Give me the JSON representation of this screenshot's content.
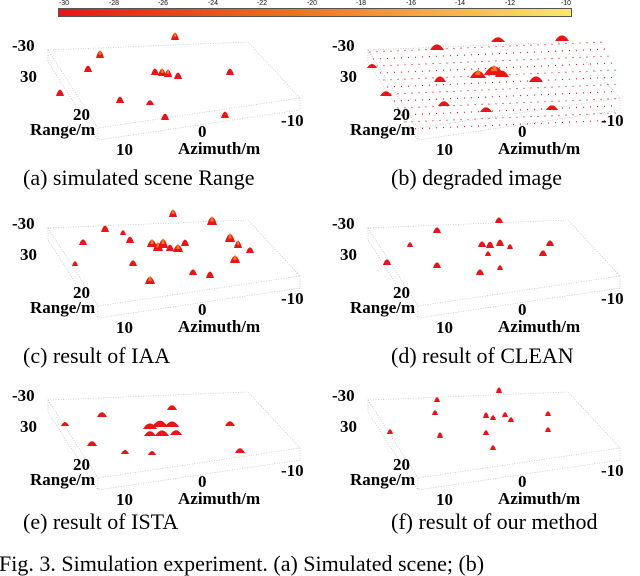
{
  "colorbar": {
    "ticks": [
      "-30",
      "-28",
      "-26",
      "-24",
      "-22",
      "-20",
      "-18",
      "-16",
      "-14",
      "-12",
      "-10"
    ],
    "colors": [
      "#e8141a",
      "#f07a1e",
      "#fbe96a"
    ]
  },
  "axes": {
    "range_label": "Range/m",
    "azimuth_label": "Azimuth/m",
    "range_ticks": [
      "-30",
      "30",
      "20",
      "10"
    ],
    "azimuth_ticks": [
      "0",
      "-10"
    ]
  },
  "panels": [
    {
      "id": "a",
      "caption": "(a) simulated scene Range"
    },
    {
      "id": "b",
      "caption": "(b) degraded image"
    },
    {
      "id": "c",
      "caption": "(c) result of IAA"
    },
    {
      "id": "d",
      "caption": "(d) result of CLEAN"
    },
    {
      "id": "e",
      "caption": "(e) result of ISTA"
    },
    {
      "id": "f",
      "caption": "(f) result of our method"
    }
  ],
  "figure_caption": "Fig. 3. Simulation experiment. (a) Simulated scene; (b)"
}
